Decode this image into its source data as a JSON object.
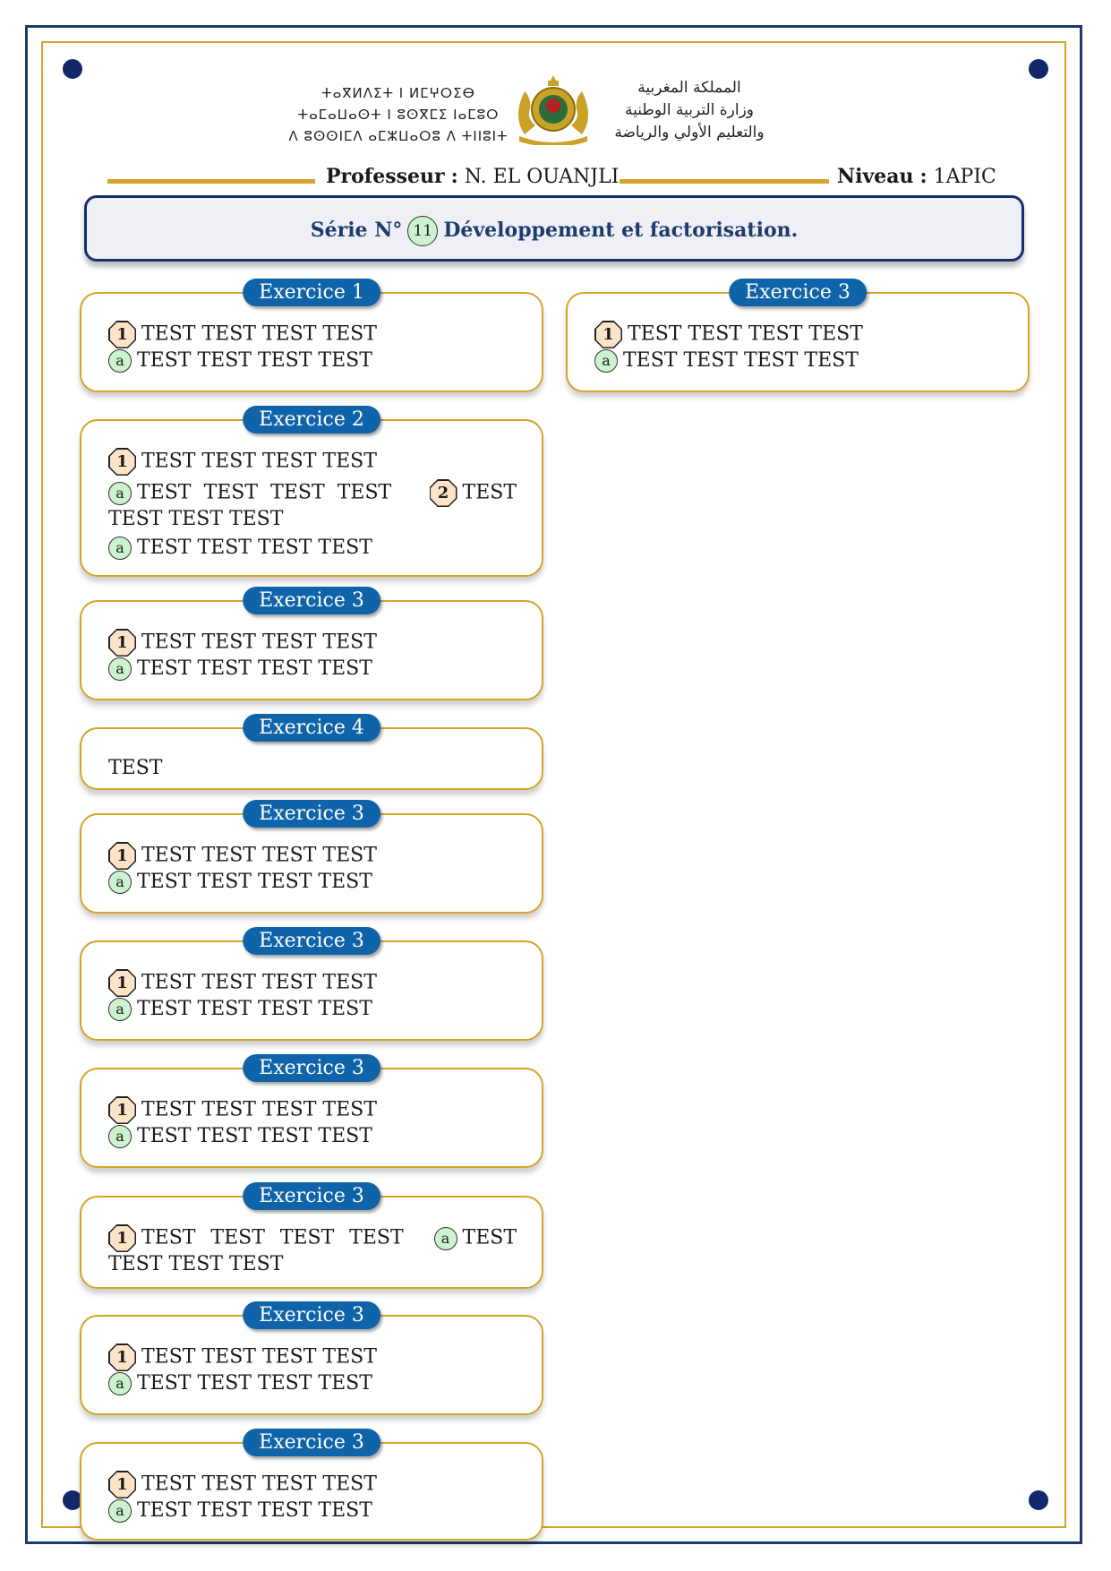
{
  "header": {
    "tifinagh_lines": [
      "ⵜⴰⴳⵍⴷⵉⵜ ⵏ ⵍⵎⵖⵔⵉⴱ",
      "ⵜⴰⵎⴰⵡⴰⵙⵜ ⵏ ⵓⵙⴳⵎⵉ ⵏⴰⵎⵓⵔ",
      "ⴷ ⵓⵙⵙⵏⵎⴷ ⴰⵎⵣⵡⴰⵔⵓ ⴷ ⵜⵏⵏⵓⵏⵜ"
    ],
    "arabic_lines": [
      "المملكة المغربية",
      "وزارة التربية الوطنية",
      "والتعليم الأولي والرياضة"
    ],
    "professor_label": "Professeur",
    "professor_name": "N. EL OUANJLI",
    "level_label": "Niveau",
    "level_value": "1APIC",
    "colon": ":"
  },
  "title": {
    "prefix": "Série N°",
    "number": "11",
    "text": "Développement et factorisation."
  },
  "exercises_left": [
    {
      "badge": "Exercice 1",
      "lines": [
        {
          "marker": "1",
          "marker_type": "octagon",
          "text": "TEST TEST TEST TEST"
        },
        {
          "marker": "a",
          "marker_type": "circle",
          "text": "TEST TEST TEST TEST"
        }
      ]
    },
    {
      "badge": "Exercice 2",
      "lines": [
        {
          "marker": "1",
          "marker_type": "octagon",
          "text": "TEST TEST TEST TEST"
        }
      ]
    },
    {
      "badge": "Exercice 3",
      "lines": [
        {
          "marker": "1",
          "marker_type": "octagon",
          "text": "TEST TEST TEST TEST"
        },
        {
          "marker": "a",
          "marker_type": "circle",
          "text": "TEST TEST TEST TEST"
        }
      ]
    },
    {
      "badge": "Exercice 4",
      "text": "TEST"
    },
    {
      "badge": "Exercice 3",
      "lines": [
        {
          "marker": "1",
          "marker_type": "octagon",
          "text": "TEST TEST TEST TEST"
        },
        {
          "marker": "a",
          "marker_type": "circle",
          "text": "TEST TEST TEST TEST"
        }
      ]
    },
    {
      "badge": "Exercice 3",
      "lines": [
        {
          "marker": "1",
          "marker_type": "octagon",
          "text": "TEST TEST TEST TEST"
        },
        {
          "marker": "a",
          "marker_type": "circle",
          "text": "TEST TEST TEST TEST"
        }
      ]
    },
    {
      "badge": "Exercice 3",
      "lines": [
        {
          "marker": "1",
          "marker_type": "octagon",
          "text": "TEST TEST TEST TEST"
        },
        {
          "marker": "a",
          "marker_type": "circle",
          "text": "TEST TEST TEST TEST"
        }
      ]
    },
    {
      "badge": "Exercice 3"
    },
    {
      "badge": "Exercice 3",
      "lines": [
        {
          "marker": "1",
          "marker_type": "octagon",
          "text": "TEST TEST TEST TEST"
        },
        {
          "marker": "a",
          "marker_type": "circle",
          "text": "TEST TEST TEST TEST"
        }
      ]
    },
    {
      "badge": "Exercice 3",
      "lines": [
        {
          "marker": "1",
          "marker_type": "octagon",
          "text": "TEST TEST TEST TEST"
        },
        {
          "marker": "a",
          "marker_type": "circle",
          "text": "TEST TEST TEST TEST"
        }
      ]
    }
  ],
  "ex2_extra": {
    "m_a": "a",
    "t_a": "TEST TEST TEST TEST",
    "m_2": "2",
    "t_2": "TEST TEST TEST TEST",
    "m_a2": "a",
    "t_a2": "TEST TEST TEST TEST"
  },
  "ex8_inline": {
    "m_1": "1",
    "t_1": "TEST TEST TEST TEST",
    "m_a": "a",
    "t_a": "TEST TEST TEST TEST"
  },
  "exercises_right": [
    {
      "badge": "Exercice 3",
      "lines": [
        {
          "marker": "1",
          "marker_type": "octagon",
          "text": "TEST TEST TEST TEST"
        },
        {
          "marker": "a",
          "marker_type": "circle",
          "text": "TEST TEST TEST TEST"
        }
      ]
    }
  ]
}
